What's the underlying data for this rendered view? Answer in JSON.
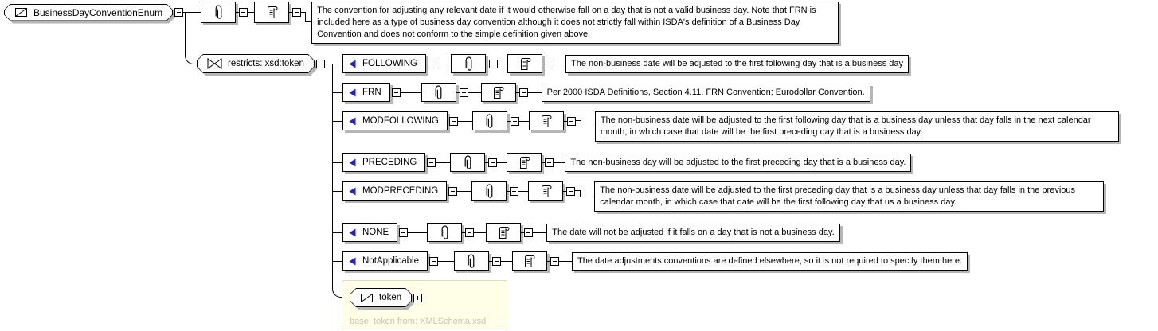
{
  "root": {
    "name": "BusinessDayConventionEnum",
    "doc": "The convention for adjusting any relevant date if it would otherwise fall on a day that is not a valid business day. Note that FRN is included here as a type of business day convention although it does not strictly fall within ISDA's definition of a Business Day Convention and does not conform to the simple definition given above."
  },
  "restriction": {
    "label": "restricts: xsd:token"
  },
  "facets": [
    {
      "value": "FOLLOWING",
      "doc": "The non-business date will be adjusted to the first following day that is a business day"
    },
    {
      "value": "FRN",
      "doc": "Per 2000 ISDA Definitions, Section 4.11. FRN Convention; Eurodollar Convention."
    },
    {
      "value": "MODFOLLOWING",
      "doc": "The non-business date will be adjusted to the first following day that is a business day unless that day falls in the next calendar month, in which case that date will be the first preceding day that is a business day."
    },
    {
      "value": "PRECEDING",
      "doc": "The non-business day will be adjusted to the first preceding day that is a business day."
    },
    {
      "value": "MODPRECEDING",
      "doc": "The non-business date will be adjusted to the first preceding day that is a business day unless that day falls in the previous calendar month, in which case that date will be the first following day that us a business day."
    },
    {
      "value": "NONE",
      "doc": "The date will not be adjusted if it falls on a day that is not a business day."
    },
    {
      "value": "NotApplicable",
      "doc": "The date adjustments conventions are defined elsewhere, so it is not required to specify them here."
    }
  ],
  "base": {
    "name": "token",
    "note": "base: token from: XMLSchema.xsd"
  },
  "colors": {
    "facet_triangle": "#2222cc",
    "box_border": "#000000",
    "box_shadow": "#b6b6b6",
    "base_panel_bg": "#fffee6",
    "base_panel_border": "#dcdcc0",
    "base_note_text": "#c6c6b4"
  }
}
